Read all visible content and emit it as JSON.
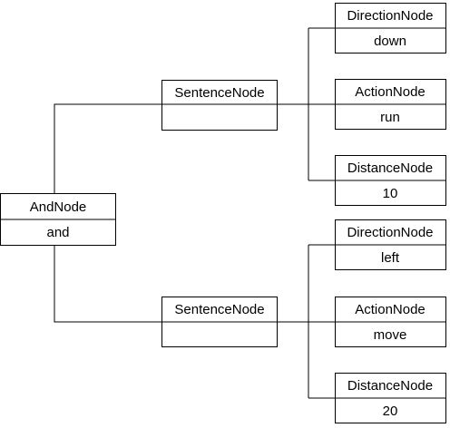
{
  "tree": {
    "root": {
      "type": "AndNode",
      "value": "and"
    },
    "sentence_1": {
      "type": "SentenceNode",
      "value": ""
    },
    "sentence_2": {
      "type": "SentenceNode",
      "value": ""
    },
    "s1_children": [
      {
        "type": "DirectionNode",
        "value": "down"
      },
      {
        "type": "ActionNode",
        "value": "run"
      },
      {
        "type": "DistanceNode",
        "value": "10"
      }
    ],
    "s2_children": [
      {
        "type": "DirectionNode",
        "value": "left"
      },
      {
        "type": "ActionNode",
        "value": "move"
      },
      {
        "type": "DistanceNode",
        "value": "20"
      }
    ]
  }
}
